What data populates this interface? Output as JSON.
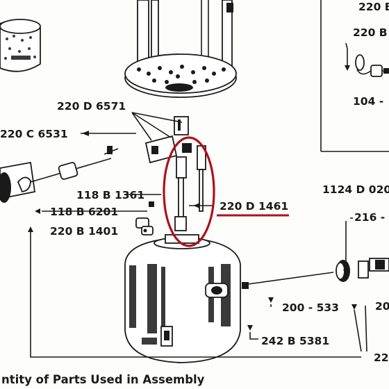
{
  "labels": {
    "top_right_1": "220 B",
    "top_right_2": "220 B",
    "top_right_3": "104 -",
    "d6571": "220 D 6571",
    "c6531": "220 C 6531",
    "b1361": "118 B 1361",
    "b6201": "118 B 6201",
    "b1401": "220 B 1401",
    "d1461": "220 D 1461",
    "d020": "1124 D 020",
    "n216": "216 -",
    "n200": "200 - 533",
    "n20": "20",
    "b5381": "242 B 5381",
    "n22": "22"
  },
  "caption": "ntity of Parts Used in Assembly",
  "highlight": {
    "color": "#b0101a",
    "target": "220 D 1461"
  }
}
